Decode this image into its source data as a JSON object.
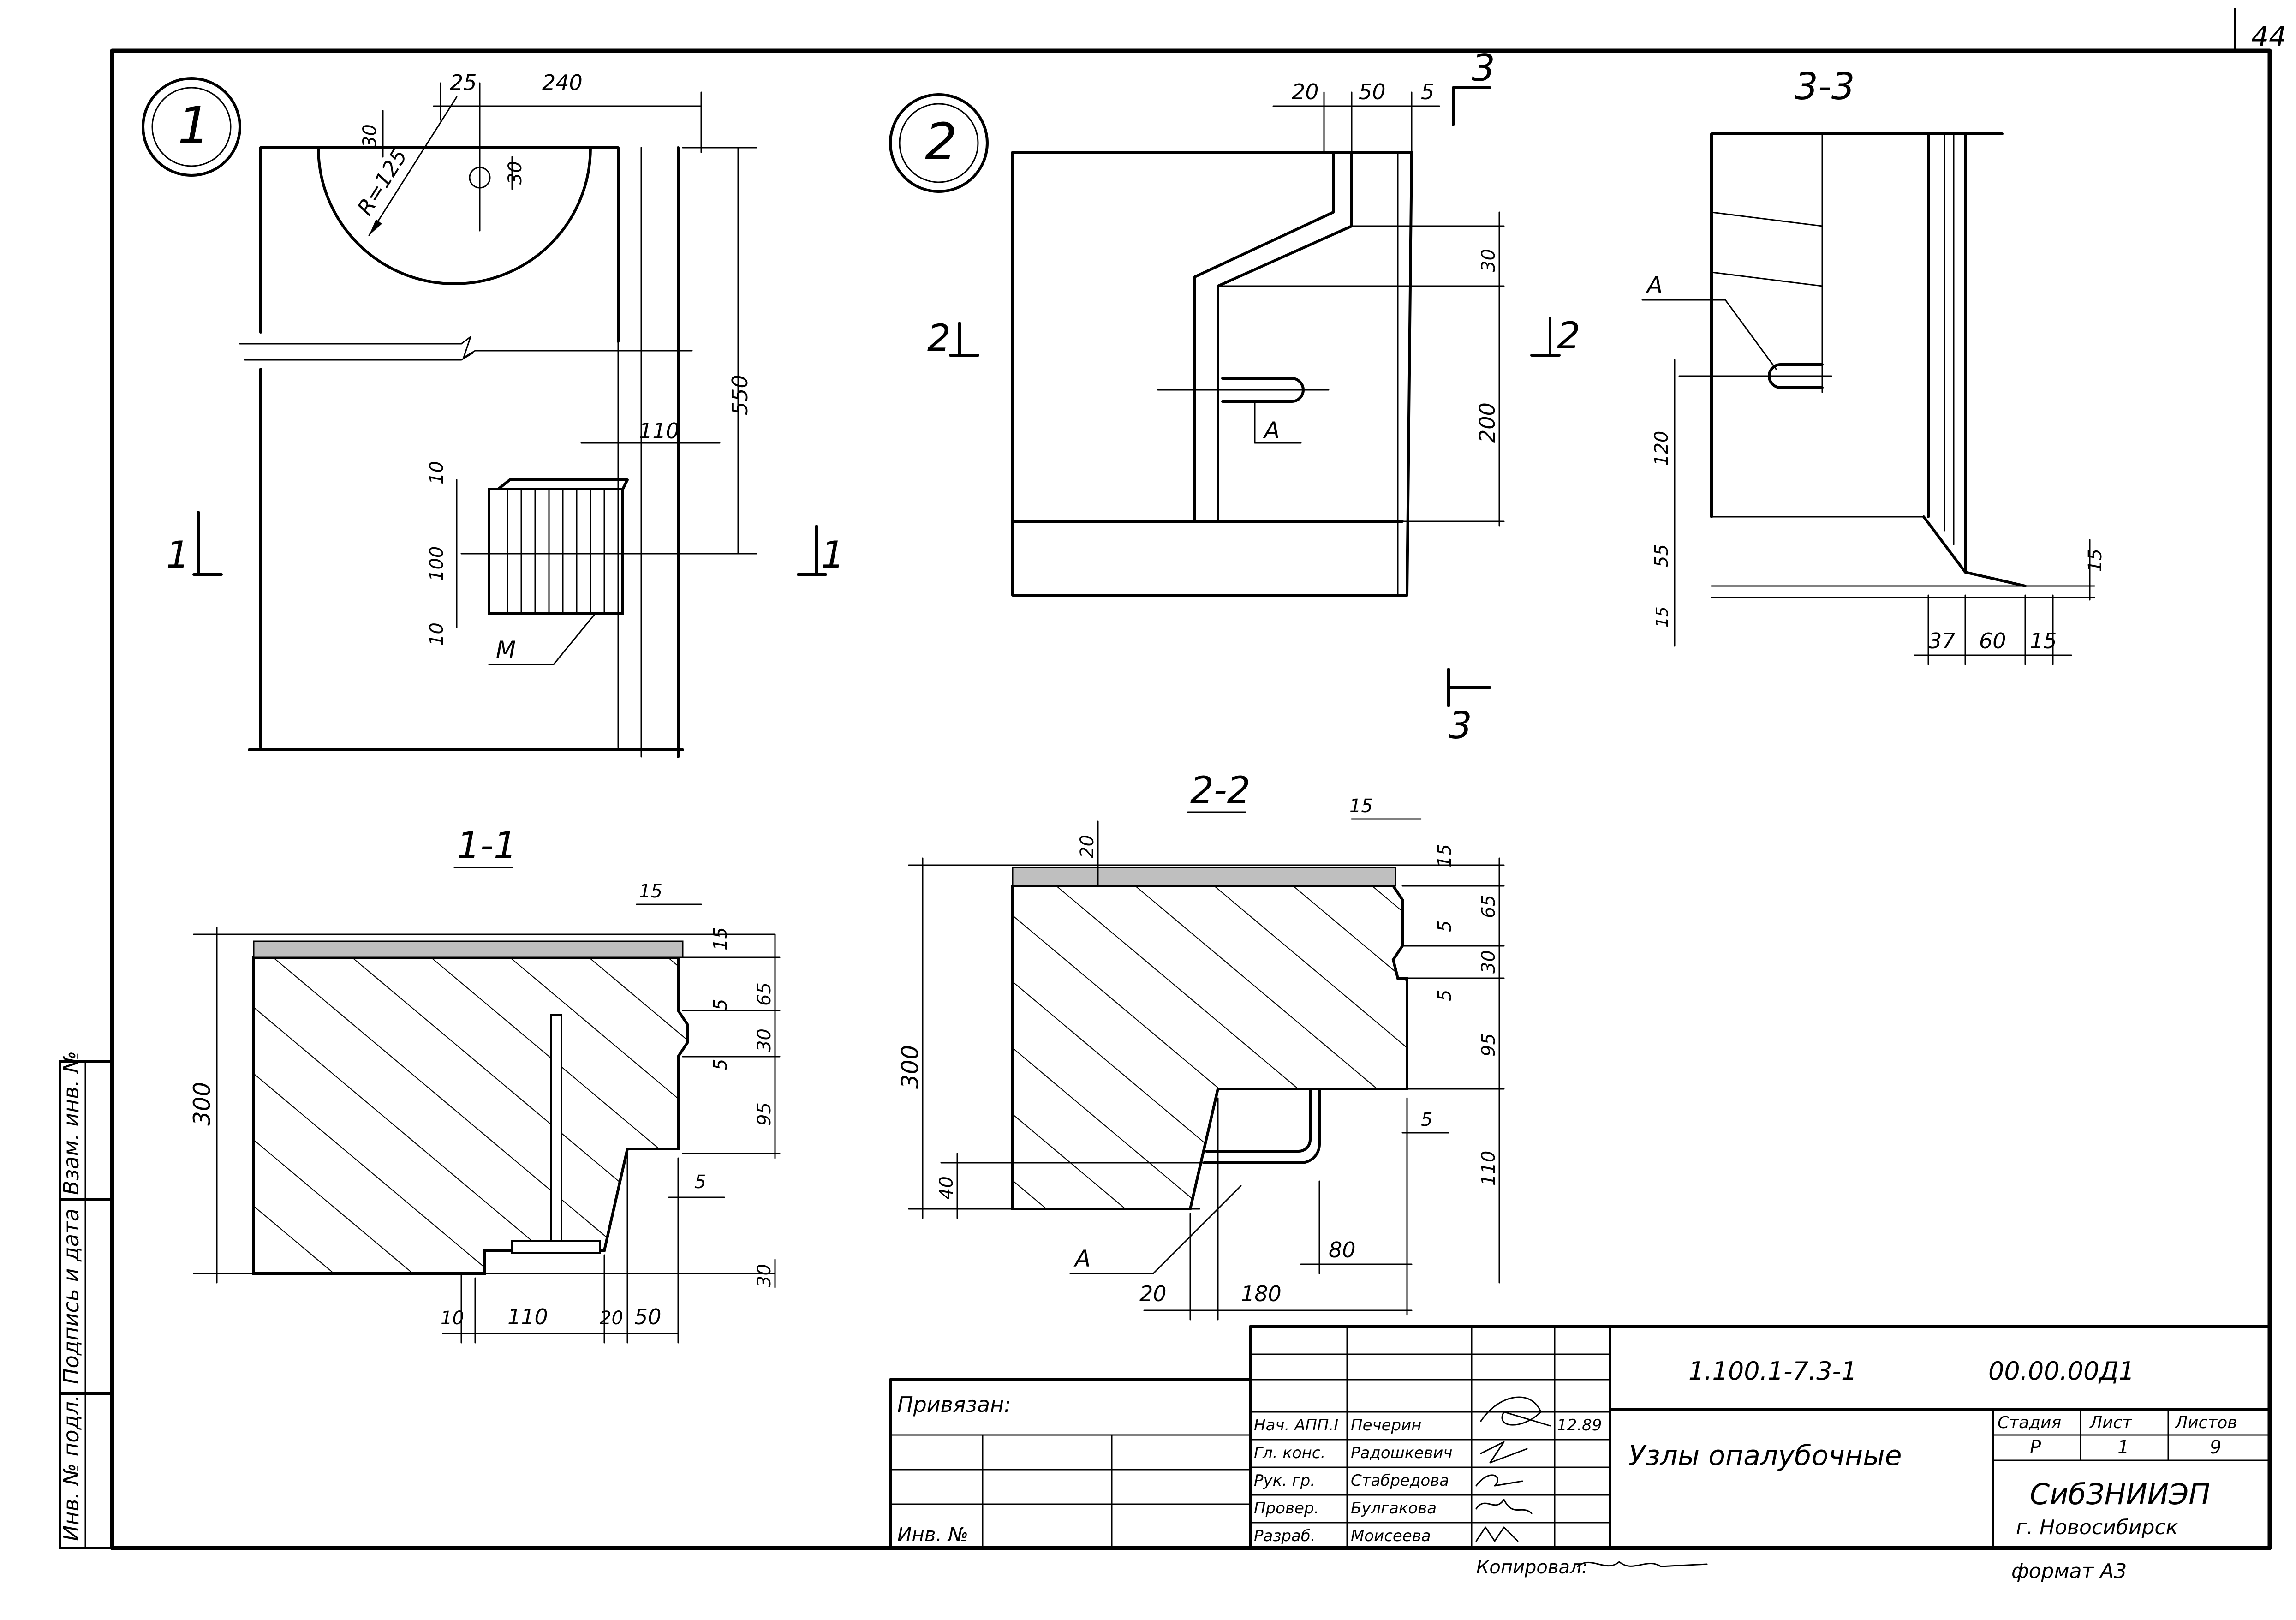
{
  "sheet": {
    "page_number": "44",
    "format": "формат А3",
    "copied_by": "Копировал:"
  },
  "views": {
    "node1": {
      "marker": "1",
      "dims": {
        "d25": "25",
        "d240": "240",
        "d30a": "30",
        "r125": "R=125",
        "d30b": "30",
        "d550": "550",
        "d110": "110",
        "d10a": "10",
        "d100": "100",
        "d10b": "10"
      },
      "leader_m": "М",
      "section_left": "1",
      "section_right": "1"
    },
    "node2": {
      "marker": "2",
      "dims": {
        "d20": "20",
        "d50": "50",
        "d5": "5",
        "d30": "30",
        "d200": "200"
      },
      "leader_a": "А",
      "section_left": "2",
      "section_right": "2",
      "section_top": "3",
      "section_bottom": "3"
    },
    "sec33": {
      "title": "3-3",
      "leader_a": "А",
      "dims": {
        "d120": "120",
        "d55": "55",
        "d15a": "15",
        "d15b": "15",
        "d37": "37",
        "d60": "60",
        "d15c": "15"
      }
    },
    "sec11": {
      "title": "1-1",
      "dims": {
        "d15a": "15",
        "d15b": "15",
        "d5a": "5",
        "d65": "65",
        "d30a": "30",
        "d5b": "5",
        "d95": "95",
        "d5c": "5",
        "d300": "300",
        "d30b": "30",
        "d10": "10",
        "d110": "110",
        "d20": "20",
        "d50": "50"
      }
    },
    "sec22": {
      "title": "2-2",
      "dims": {
        "d20": "20",
        "d15a": "15",
        "d15b": "15",
        "d5a": "5",
        "d65": "65",
        "d30": "30",
        "d5b": "5",
        "d95": "95",
        "d5c": "5",
        "d110": "110",
        "d300": "300",
        "d40": "40",
        "d80": "80",
        "d20b": "20",
        "d180": "180"
      },
      "leader_a": "А"
    }
  },
  "left_strip": {
    "cells": [
      "Взам. инв. №",
      "Подпись и дата",
      "Инв. № подл."
    ]
  },
  "title_block": {
    "privyazan": "Привязан:",
    "inv_no": "Инв. №",
    "roles": [
      "Нач. АПП.I",
      "Гл. конс.",
      "Рук. гр.",
      "Провер.",
      "Разраб."
    ],
    "names": [
      "Печерин",
      "Радошкевич",
      "Стабредова",
      "Булгакова",
      "Моисеева"
    ],
    "date": "12.89",
    "doc_code": "1.100.1-7.3-1",
    "doc_num": "00.00.00Д1",
    "title": "Узлы опалубочные",
    "stage_header": "Стадия",
    "sheet_header": "Лист",
    "sheets_header": "Листов",
    "stage": "Р",
    "sheet": "1",
    "sheets": "9",
    "org": "СибЗНИИЭП",
    "city": "г. Новосибирск"
  }
}
